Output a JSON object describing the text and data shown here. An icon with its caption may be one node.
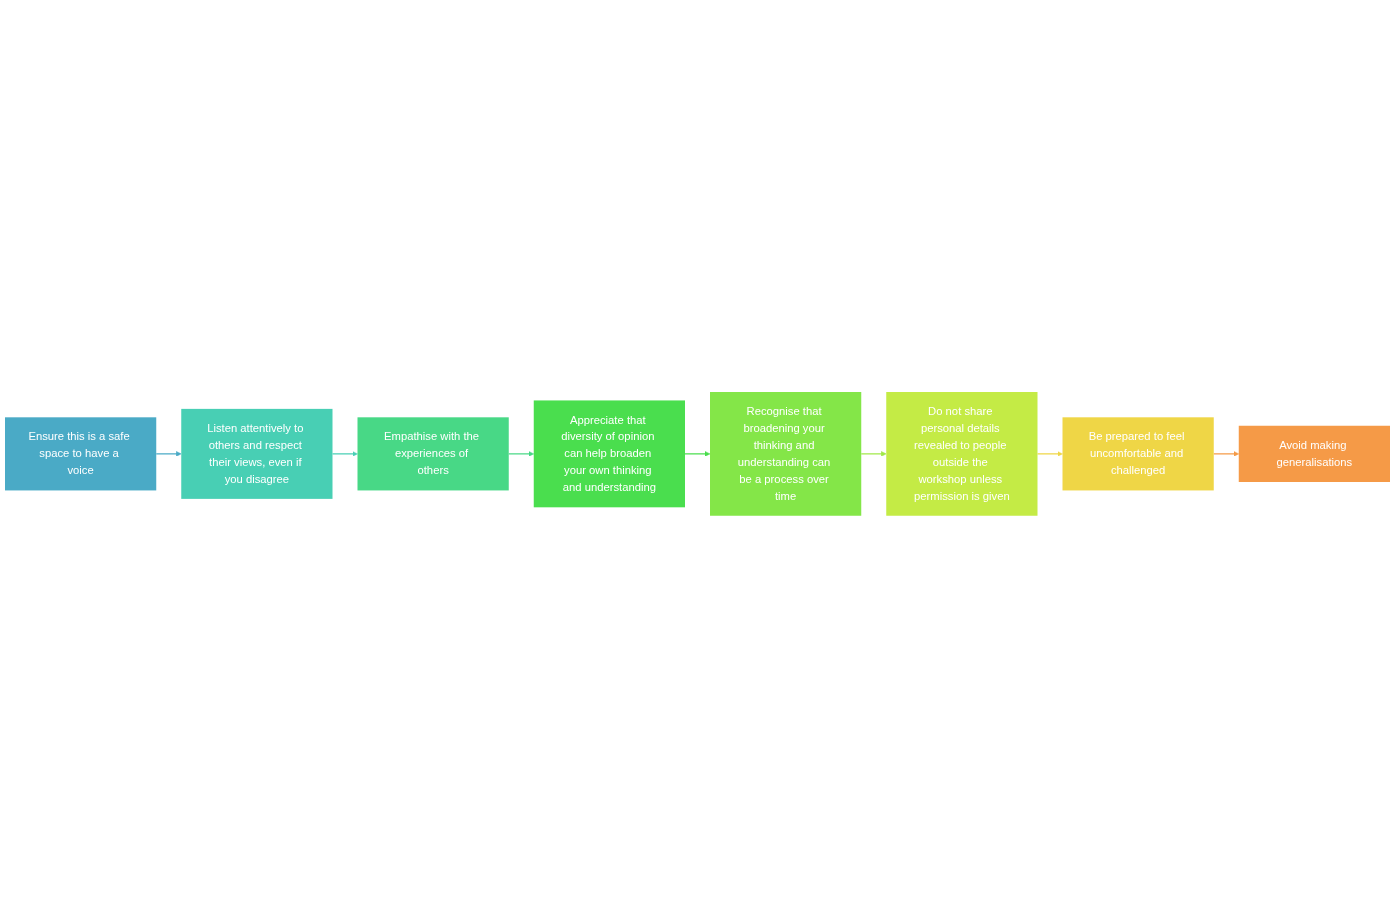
{
  "diagram": {
    "nodes": [
      {
        "text": [
          "Ensure this is a safe space to have a voice"
        ]
      },
      {
        "text": [
          "Listen attentively to others and respect their views, even if you disagree"
        ]
      },
      {
        "text": [
          "Empathise with the experiences of others"
        ]
      },
      {
        "text": [
          "Appreciate that diversity of opinion can help broaden your own thinking and understanding"
        ]
      },
      {
        "text": [
          "Recognise that broadening your thinking and understanding can be a process over time"
        ]
      },
      {
        "text": [
          "Do not share personal details revealed to people outside the workshop unless permission is given"
        ]
      },
      {
        "text": [
          "Be prepared to feel uncomfortable and challenged"
        ]
      },
      {
        "text": [
          "Avoid making generalisations"
        ]
      }
    ],
    "edges": [
      {
        "from": 0,
        "to": 1,
        "arrow": "to",
        "color": "#4aaac6"
      },
      {
        "from": 1,
        "to": 2,
        "arrow": "to",
        "color": "#48cfb4"
      },
      {
        "from": 2,
        "to": 3,
        "arrow": "to",
        "color": "#48d886"
      },
      {
        "from": 3,
        "to": 4,
        "arrow": "to",
        "color": "#4ade4e"
      },
      {
        "from": 4,
        "to": 5,
        "arrow": "to",
        "color": "#a0e848"
      },
      {
        "from": 5,
        "to": 6,
        "arrow": "to",
        "color": "#efd646"
      },
      {
        "from": 6,
        "to": 7,
        "arrow": "to",
        "color": "#f59a47"
      }
    ]
  }
}
